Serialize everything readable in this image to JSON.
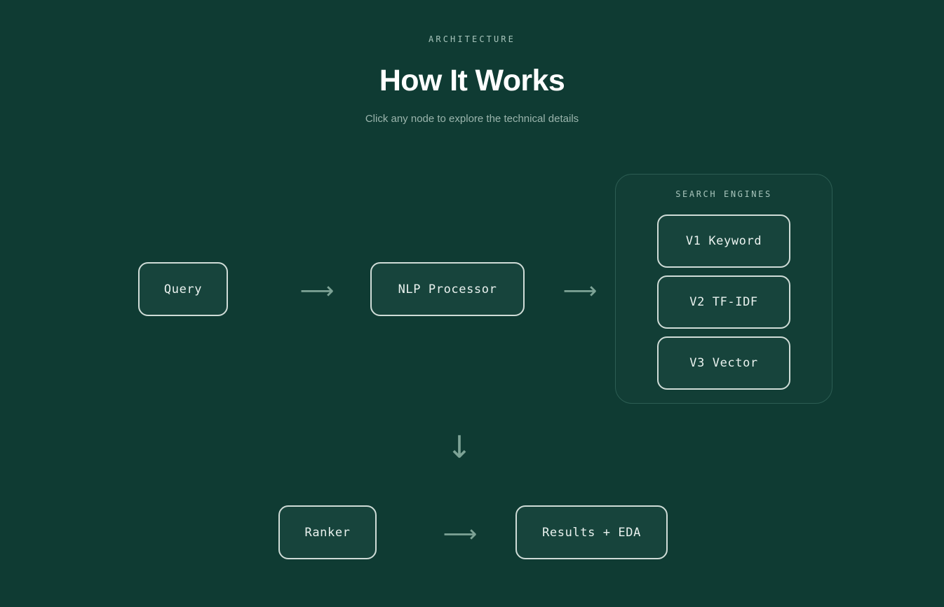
{
  "header": {
    "eyebrow": "ARCHITECTURE",
    "title": "How It Works",
    "subtitle": "Click any node to explore the technical details"
  },
  "diagram": {
    "nodes": {
      "query": "Query",
      "nlp": "NLP Processor",
      "ranker": "Ranker",
      "results": "Results + EDA"
    },
    "panel": {
      "label": "SEARCH ENGINES",
      "engines": [
        {
          "label": "V1 Keyword"
        },
        {
          "label": "V2 TF-IDF"
        },
        {
          "label": "V3 Vector"
        }
      ]
    },
    "arrows": {
      "right": "⟶",
      "down": "↓"
    }
  },
  "colors": {
    "background": "#0f3b33",
    "node_fill": "#17443c",
    "node_border": "#cfdcd7",
    "panel_fill": "#123e36",
    "panel_border": "#2c5d53",
    "text_primary": "#eaf2ef",
    "text_muted": "#a7c4bb",
    "subtitle": "#9bb5ad",
    "arrow": "#7da396",
    "title": "#ffffff"
  }
}
